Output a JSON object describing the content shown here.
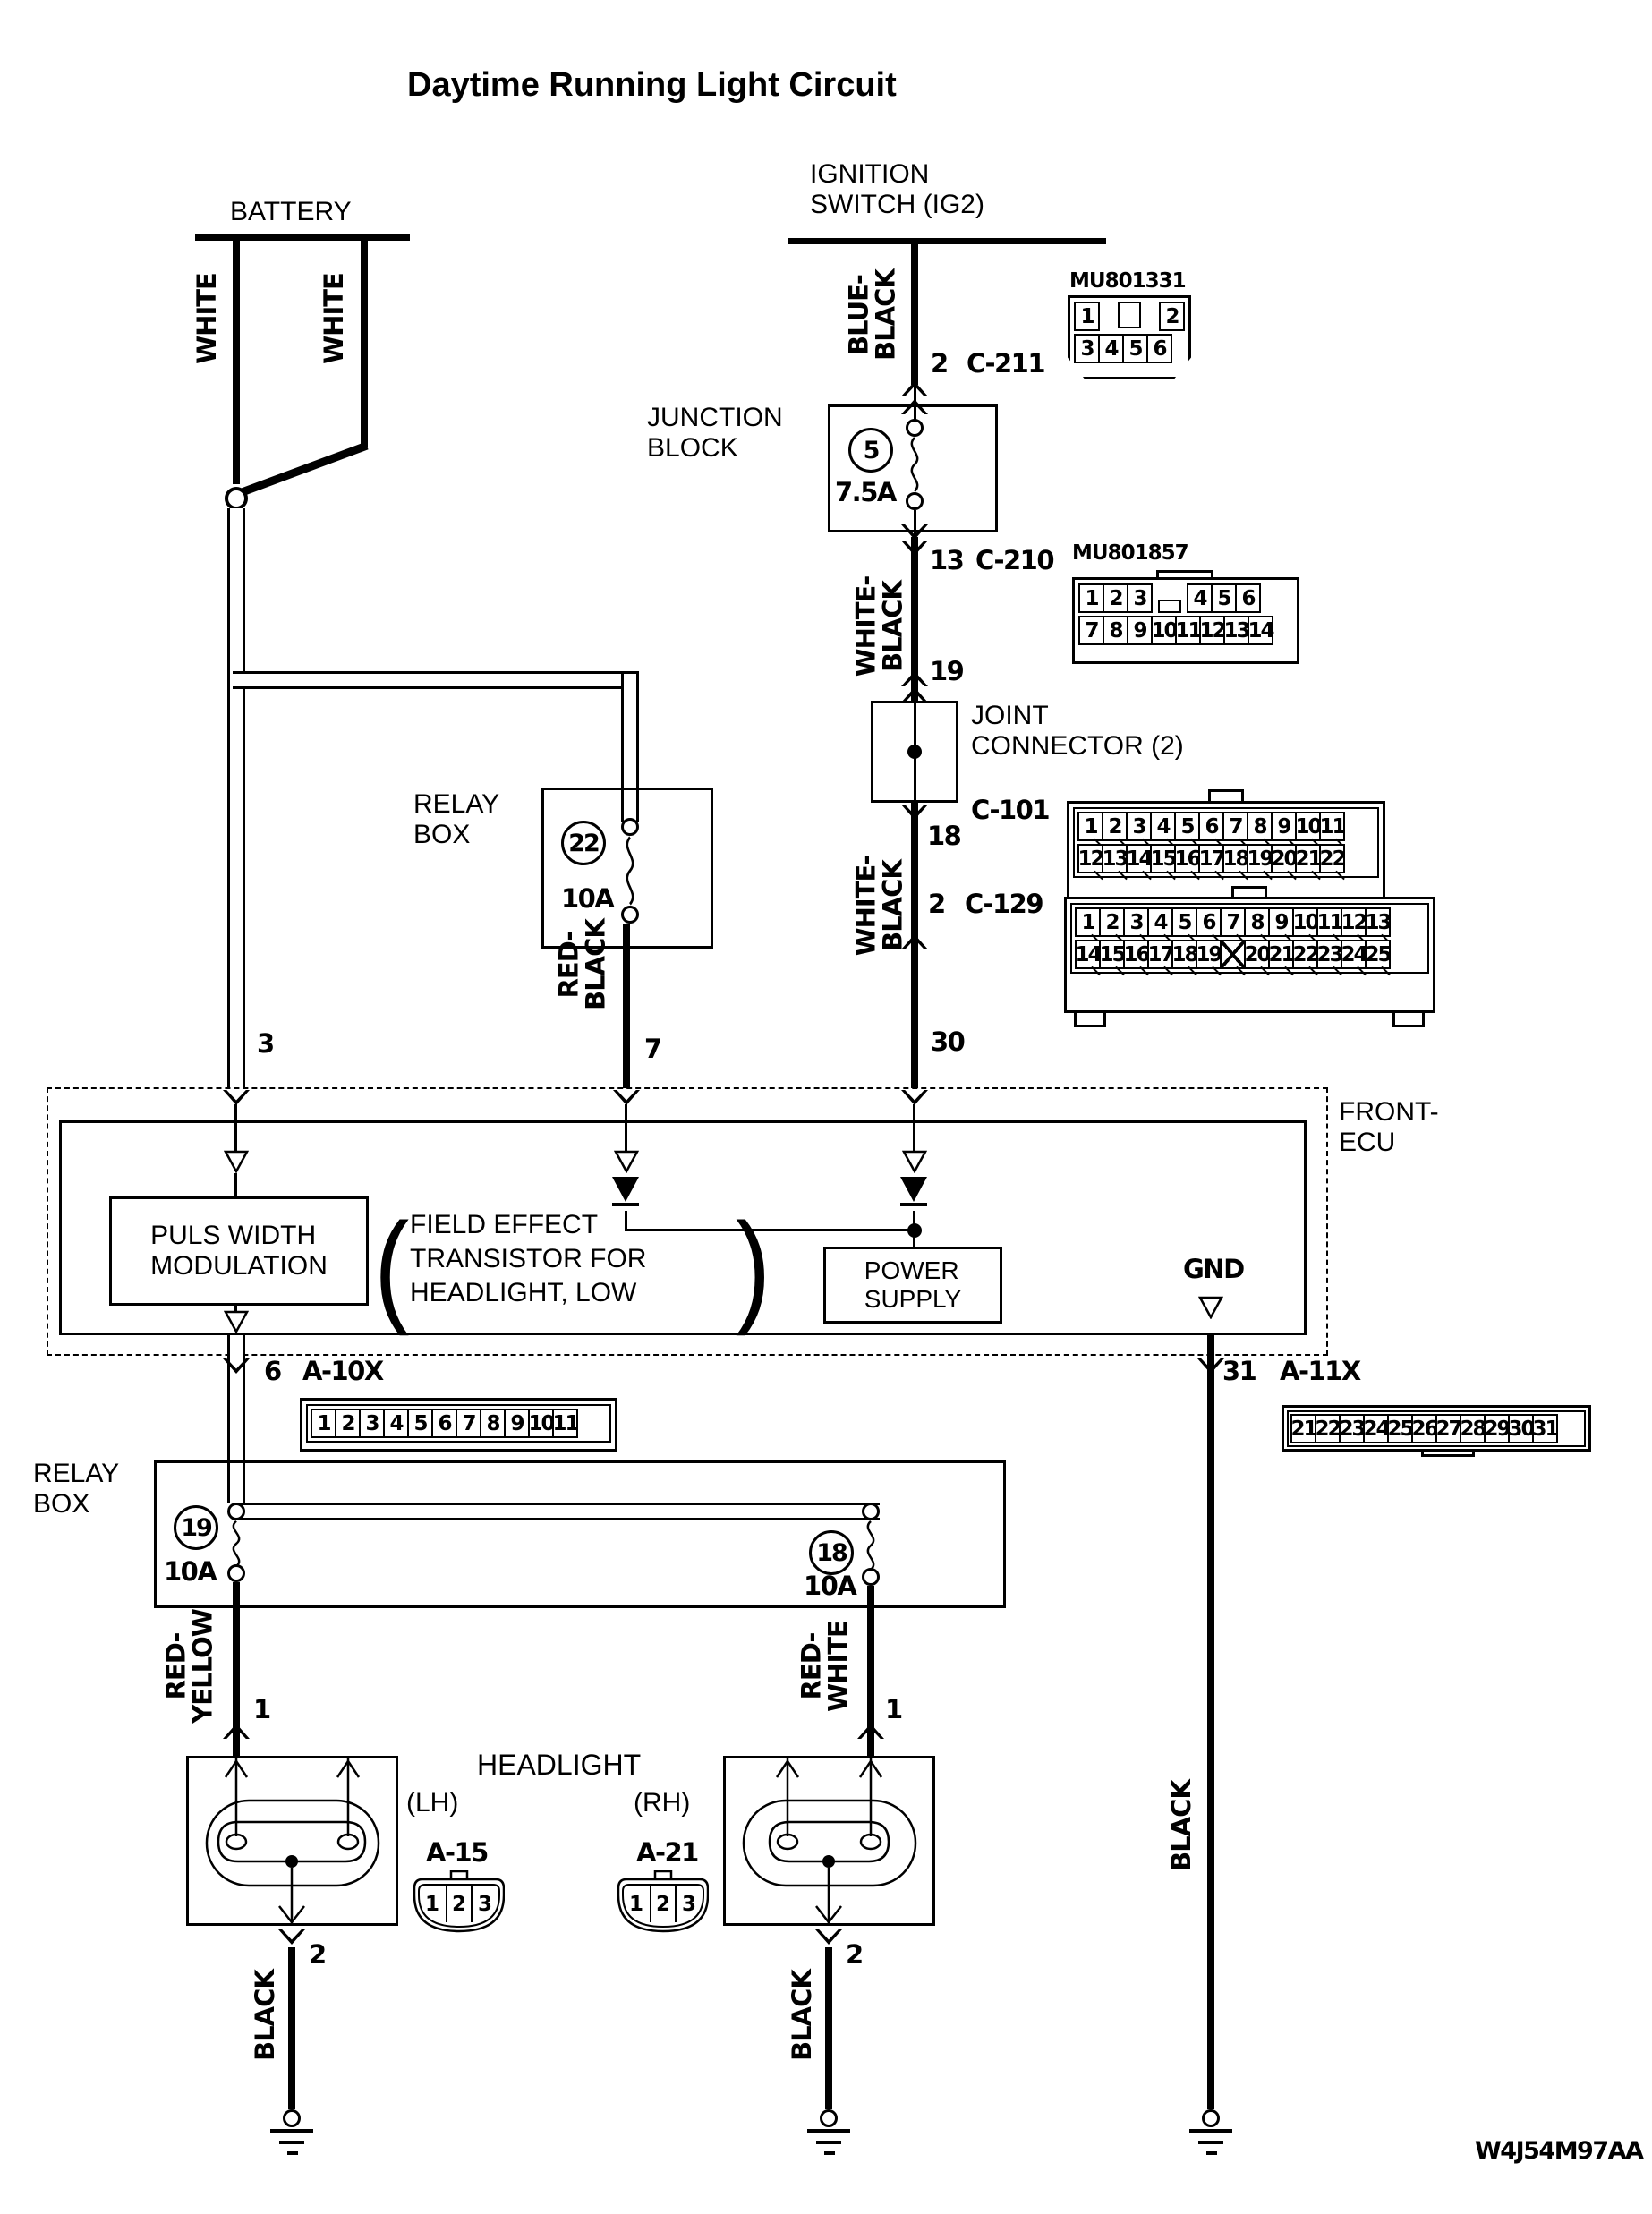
{
  "title": "Daytime Running Light Circuit",
  "doc_code": "W4J54M97AA",
  "battery": {
    "label": "BATTERY",
    "wire_left": "WHITE",
    "wire_right": "WHITE"
  },
  "ignition": {
    "label": "IGNITION\nSWITCH (IG2)",
    "wire": "BLUE-\nBLACK",
    "pin": "2",
    "connector": "C-211",
    "part": "MU801331"
  },
  "mu801331": {
    "row1_left": "1",
    "row1_right": "2",
    "row2": [
      "3",
      "4",
      "5",
      "6"
    ]
  },
  "junction_block": {
    "label": "JUNCTION\nBLOCK",
    "fuse_no": "5",
    "fuse_rating": "7.5A"
  },
  "c210": {
    "pin": "13",
    "name": "C-210",
    "part": "MU801857",
    "wire": "WHITE-\nBLACK",
    "pin_out": "19",
    "row1_left": [
      "1",
      "2",
      "3"
    ],
    "row1_right": [
      "4",
      "5",
      "6"
    ],
    "row2": [
      "7",
      "8",
      "9",
      "10",
      "11",
      "12",
      "13",
      "14"
    ]
  },
  "joint": {
    "label": "JOINT\nCONNECTOR (2)",
    "name": "C-101",
    "pin": "18",
    "wire": "WHITE-\nBLACK"
  },
  "c101": {
    "row1": [
      "1",
      "2",
      "3",
      "4",
      "5",
      "6",
      "7",
      "8",
      "9",
      "10",
      "11"
    ],
    "row2": [
      "12",
      "13",
      "14",
      "15",
      "16",
      "17",
      "18",
      "19",
      "20",
      "21",
      "22"
    ]
  },
  "c129": {
    "pin": "2",
    "name": "C-129",
    "ecu_pin": "30",
    "row1": [
      "1",
      "2",
      "3",
      "4",
      "5",
      "6",
      "7",
      "8",
      "9",
      "10",
      "11",
      "12",
      "13"
    ],
    "row2": [
      "14",
      "15",
      "16",
      "17",
      "18",
      "19",
      "X",
      "20",
      "21",
      "22",
      "23",
      "24",
      "25"
    ]
  },
  "relay_box_upper": {
    "label": "RELAY\nBOX",
    "fuse_no": "22",
    "fuse_rating": "10A",
    "wire": "RED-\nBLACK",
    "ecu_pin": "7"
  },
  "ecu": {
    "name": "FRONT-\nECU",
    "pin_in_left": "3",
    "pwm": "PULS WIDTH\nMODULATION",
    "fet": "FIELD EFFECT\nTRANSISTOR FOR\nHEADLIGHT, LOW",
    "power_supply": "POWER\nSUPPLY",
    "gnd": "GND"
  },
  "a10x": {
    "pin": "6",
    "name": "A-10X",
    "pins": [
      "1",
      "2",
      "3",
      "4",
      "5",
      "6",
      "7",
      "8",
      "9",
      "10",
      "11"
    ]
  },
  "a11x": {
    "pin": "31",
    "name": "A-11X",
    "pins": [
      "21",
      "22",
      "23",
      "24",
      "25",
      "26",
      "27",
      "28",
      "29",
      "30",
      "31"
    ]
  },
  "relay_box_lower": {
    "label": "RELAY\nBOX",
    "fuse_left_no": "19",
    "fuse_left_rating": "10A",
    "fuse_right_no": "18",
    "fuse_right_rating": "10A",
    "wire_left": "RED-\nYELLOW",
    "wire_right": "RED-\nWHITE",
    "pin_left": "1",
    "pin_right": "1"
  },
  "headlight": {
    "label": "HEADLIGHT",
    "lh": "(LH)",
    "rh": "(RH)",
    "lh_conn": "A-15",
    "rh_conn": "A-21",
    "lh_pins": [
      "1",
      "2",
      "3"
    ],
    "rh_pins": [
      "1",
      "2",
      "3"
    ],
    "lh_out_pin": "2",
    "rh_out_pin": "2",
    "lh_out_wire": "BLACK",
    "rh_out_wire": "BLACK"
  },
  "ground_wire": "BLACK"
}
